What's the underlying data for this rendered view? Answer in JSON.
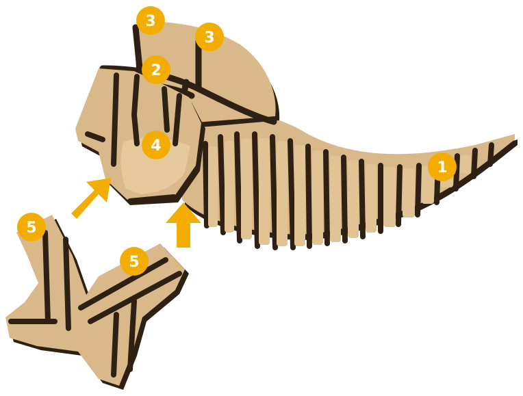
{
  "colors": {
    "cardboard": "#d9b88a",
    "cardboard_light": "#e6c99c",
    "edge": "#2e2114",
    "badge": "#f2ad00",
    "badge_text": "#ffffff",
    "arrow": "#f2ad00",
    "background": "#ffffff"
  },
  "badges": [
    {
      "id": "badge-1",
      "label": "1"
    },
    {
      "id": "badge-2",
      "label": "2"
    },
    {
      "id": "badge-3a",
      "label": "3"
    },
    {
      "id": "badge-3b",
      "label": "3"
    },
    {
      "id": "badge-4",
      "label": "4"
    },
    {
      "id": "badge-5a",
      "label": "5"
    },
    {
      "id": "badge-5b",
      "label": "5"
    }
  ],
  "arrows": [
    {
      "id": "arrow-left-leg",
      "icon": "arrow-up-right-icon"
    },
    {
      "id": "arrow-right-leg",
      "icon": "arrow-up-icon"
    }
  ]
}
